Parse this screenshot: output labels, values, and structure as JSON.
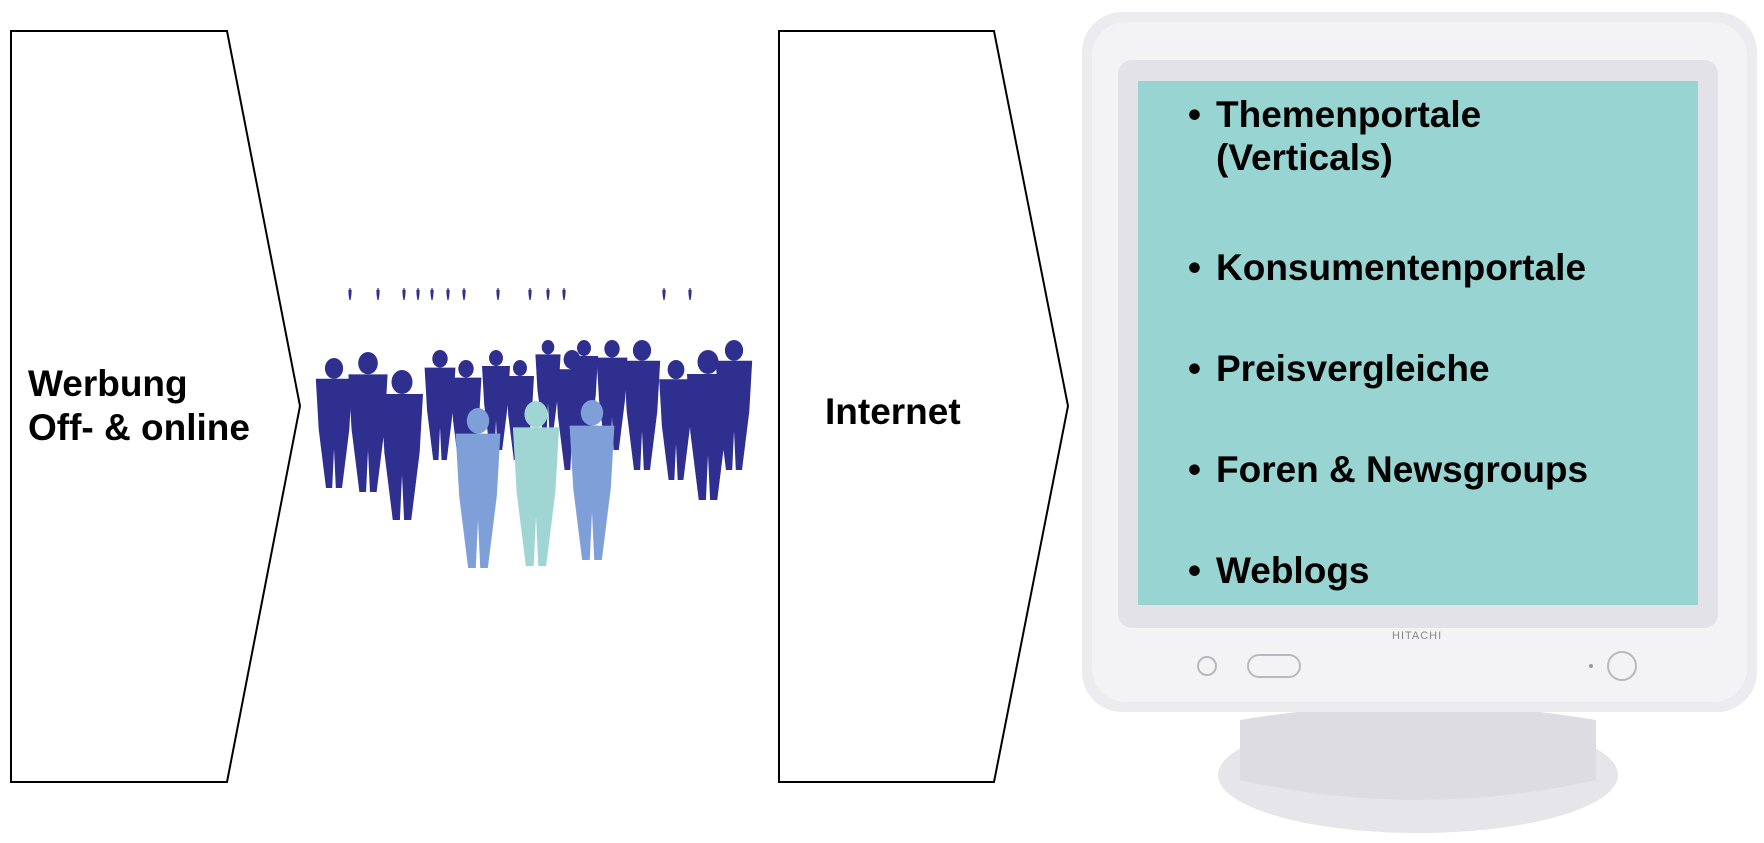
{
  "arrow_left": {
    "line1": "Werbung",
    "line2": "Off- & online"
  },
  "arrow_middle": {
    "label": "Internet"
  },
  "monitor": {
    "brand": "HITACHI",
    "screen_color": "#98d5d2",
    "items": [
      {
        "bullet": "•",
        "text": "Themenportale",
        "continuation": "(Verticals)"
      },
      {
        "bullet": "•",
        "text": "Konsumentenportale"
      },
      {
        "bullet": "•",
        "text": "Preisvergleiche"
      },
      {
        "bullet": "•",
        "text": "Foren & Newsgroups"
      },
      {
        "bullet": "•",
        "text": "Weblogs"
      }
    ]
  },
  "crowd": {
    "icon": "crowd-silhouettes-icon",
    "colors": {
      "dark": "#2e2f8f",
      "light": "#7f9fd8",
      "mint": "#9fd6d3"
    }
  }
}
